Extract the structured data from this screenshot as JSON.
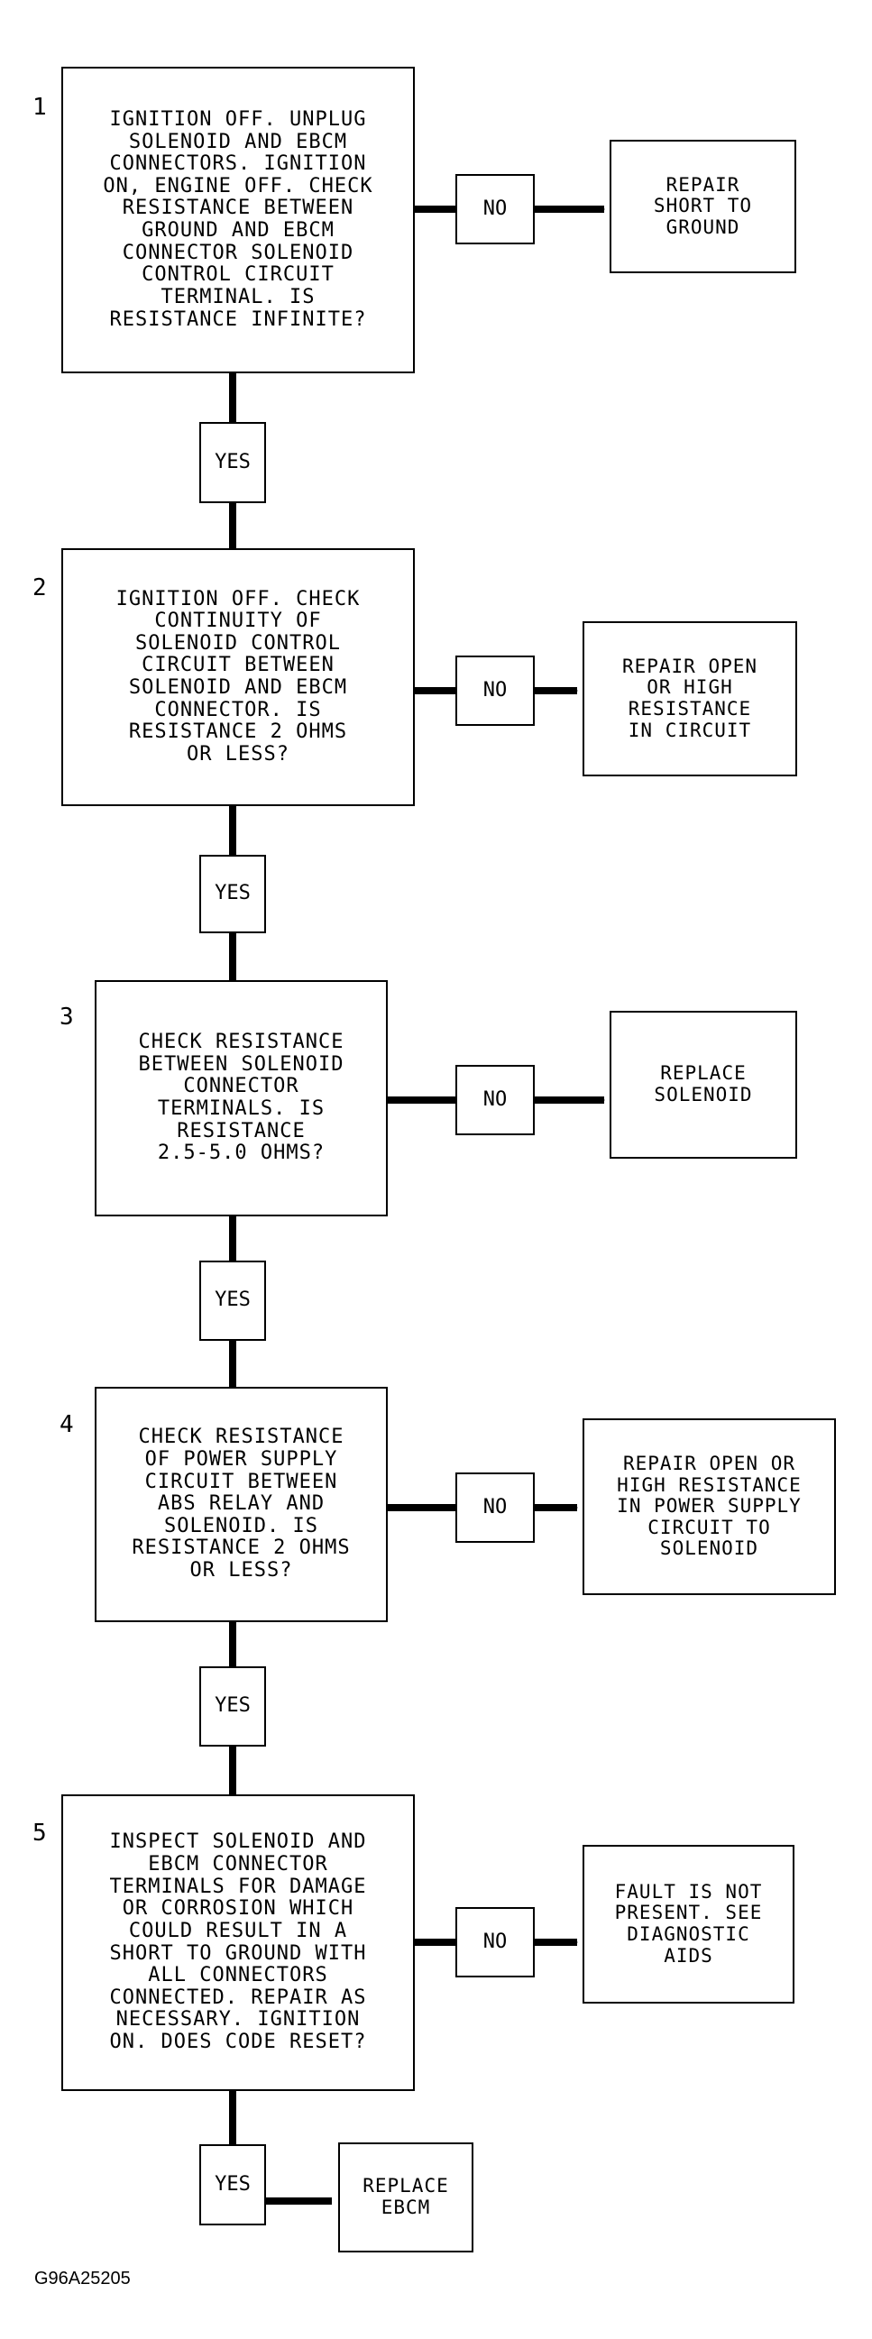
{
  "steps": [
    {
      "number": "1",
      "text": "IGNITION OFF. UNPLUG\nSOLENOID AND EBCM\nCONNECTORS. IGNITION\nON, ENGINE OFF. CHECK\nRESISTANCE BETWEEN\nGROUND AND EBCM\nCONNECTOR SOLENOID\nCONTROL CIRCUIT\nTERMINAL. IS\nRESISTANCE INFINITE?",
      "no_label": "NO",
      "no_result": "REPAIR\nSHORT TO\nGROUND",
      "yes_label": "YES"
    },
    {
      "number": "2",
      "text": "IGNITION OFF. CHECK\nCONTINUITY OF\nSOLENOID CONTROL\nCIRCUIT BETWEEN\nSOLENOID AND EBCM\nCONNECTOR. IS\nRESISTANCE 2 OHMS\nOR LESS?",
      "no_label": "NO",
      "no_result": "REPAIR OPEN\nOR HIGH\nRESISTANCE\nIN CIRCUIT",
      "yes_label": "YES"
    },
    {
      "number": "3",
      "text": "CHECK RESISTANCE\nBETWEEN SOLENOID\nCONNECTOR\nTERMINALS. IS\nRESISTANCE\n2.5-5.0 OHMS?",
      "no_label": "NO",
      "no_result": "REPLACE\nSOLENOID",
      "yes_label": "YES"
    },
    {
      "number": "4",
      "text": "CHECK RESISTANCE\nOF POWER SUPPLY\nCIRCUIT BETWEEN\nABS RELAY AND\nSOLENOID. IS\nRESISTANCE 2 OHMS\nOR LESS?",
      "no_label": "NO",
      "no_result": "REPAIR OPEN OR\nHIGH RESISTANCE\nIN POWER SUPPLY\nCIRCUIT TO\nSOLENOID",
      "yes_label": "YES"
    },
    {
      "number": "5",
      "text": "INSPECT SOLENOID AND\nEBCM CONNECTOR\nTERMINALS FOR DAMAGE\nOR CORROSION WHICH\nCOULD RESULT IN A\nSHORT TO GROUND WITH\nALL CONNECTORS\nCONNECTED. REPAIR AS\nNECESSARY. IGNITION\nON. DOES CODE RESET?",
      "no_label": "NO",
      "no_result": "FAULT IS NOT\nPRESENT. SEE\nDIAGNOSTIC\nAIDS",
      "yes_label": "YES"
    }
  ],
  "final_result": "REPLACE\nEBCM",
  "figure_id": "G96A25205"
}
